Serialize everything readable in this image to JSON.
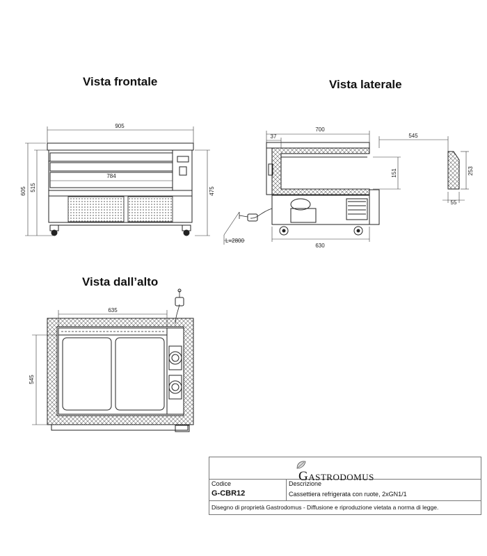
{
  "views": {
    "front": "Vista frontale",
    "side": "Vista laterale",
    "top": "Vista dall’alto"
  },
  "dims": {
    "front_width": "905",
    "front_drawer": "784",
    "front_h_total": "605",
    "front_h_515": "515",
    "front_h_475": "475",
    "side_depth": "700",
    "side_37": "37",
    "side_545": "545",
    "side_151": "151",
    "side_630": "630",
    "side_cable": "L=2800",
    "section_253": "253",
    "section_55": "55",
    "top_635": "635",
    "top_545": "545"
  },
  "title_block": {
    "brand_initial": "G",
    "brand_rest": "ASTRODOMUS",
    "code_label": "Codice",
    "code_value": "G-CBR12",
    "desc_label": "Descrizione",
    "desc_value": "Cassettiera refrigerata con ruote, 2xGN1/1",
    "footer": "Disegno di proprietà Gastrodomus - Diffusione e riproduzione vietata a norma di legge."
  }
}
